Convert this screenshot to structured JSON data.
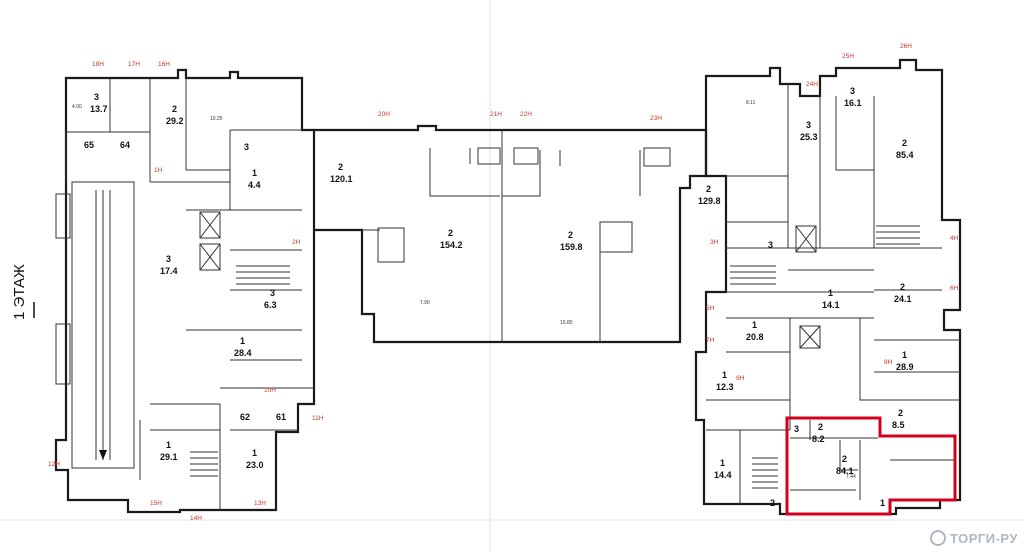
{
  "floor_label": "1 ЭТАЖ",
  "watermark": "ТОРГИ-РУ",
  "colors": {
    "highlight": "#d0021b",
    "axis_marks": "#c0392b",
    "walls": "#1a1a1a"
  },
  "axis_marks": [
    "18Н",
    "17Н",
    "16Н",
    "20Н",
    "21Н",
    "22Н",
    "23Н",
    "24Н",
    "25Н",
    "26Н",
    "1Н",
    "2Н",
    "3Н",
    "4Н",
    "5Н",
    "6Н",
    "7Н",
    "8Н",
    "9Н",
    "10Н",
    "11Н",
    "12Н",
    "13Н",
    "14Н",
    "15Н"
  ],
  "rooms": [
    {
      "num": "3",
      "area": "13.7"
    },
    {
      "num": "65",
      "area": ""
    },
    {
      "num": "64",
      "area": ""
    },
    {
      "num": "2",
      "area": "29.2"
    },
    {
      "num": "3",
      "area": ""
    },
    {
      "num": "2",
      "area": "120.1"
    },
    {
      "num": "2",
      "area": "154.2"
    },
    {
      "num": "2",
      "area": "159.8"
    },
    {
      "num": "2",
      "area": "129.8"
    },
    {
      "num": "3",
      "area": "25.3"
    },
    {
      "num": "3",
      "area": "16.1"
    },
    {
      "num": "2",
      "area": "85.4"
    },
    {
      "num": "1",
      "area": "4.4"
    },
    {
      "num": "3",
      "area": "17.4"
    },
    {
      "num": "3",
      "area": "6.3"
    },
    {
      "num": "1",
      "area": "28.4"
    },
    {
      "num": "3",
      "area": ""
    },
    {
      "num": "1",
      "area": "14.1"
    },
    {
      "num": "2",
      "area": "24.1"
    },
    {
      "num": "1",
      "area": "28.9"
    },
    {
      "num": "1",
      "area": "12.3"
    },
    {
      "num": "1",
      "area": "20.8"
    },
    {
      "num": "62",
      "area": ""
    },
    {
      "num": "61",
      "area": ""
    },
    {
      "num": "1",
      "area": "23.0"
    },
    {
      "num": "1",
      "area": "29.1"
    },
    {
      "num": "1",
      "area": "14.4"
    },
    {
      "num": "2",
      "area": "84.1"
    },
    {
      "num": "2",
      "area": "8.2"
    },
    {
      "num": "2",
      "area": "8.5"
    },
    {
      "num": "3",
      "area": ""
    },
    {
      "num": "2",
      "area": ""
    },
    {
      "num": "1",
      "area": ""
    }
  ]
}
